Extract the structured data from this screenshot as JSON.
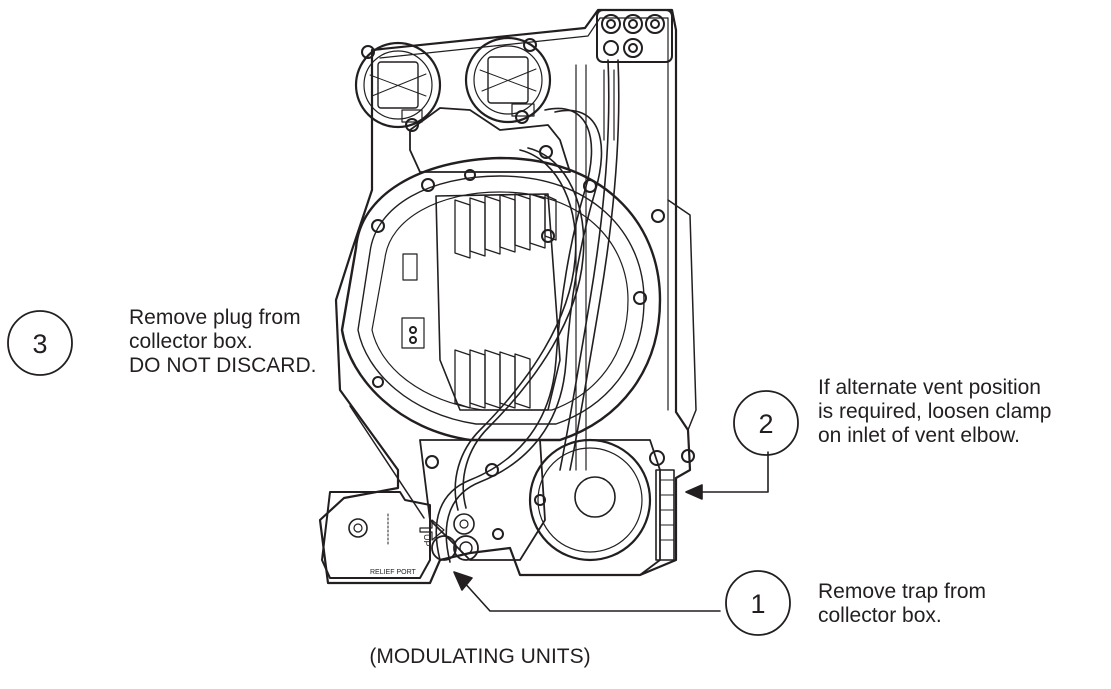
{
  "callouts": [
    {
      "id": "1",
      "number": "1",
      "lines": [
        "Remove trap from",
        "collector box."
      ]
    },
    {
      "id": "2",
      "number": "2",
      "lines": [
        "If alternate vent position",
        "is required, loosen clamp",
        "on inlet of vent elbow."
      ]
    },
    {
      "id": "3",
      "number": "3",
      "lines": [
        "Remove plug from",
        "collector box.",
        "DO NOT DISCARD."
      ]
    }
  ],
  "part_labels": {
    "arrow_up": "UP",
    "relief_port": "RELIEF PORT"
  },
  "caption": "(MODULATING UNITS)",
  "colors": {
    "ink": "#231f20",
    "background": "#ffffff"
  }
}
